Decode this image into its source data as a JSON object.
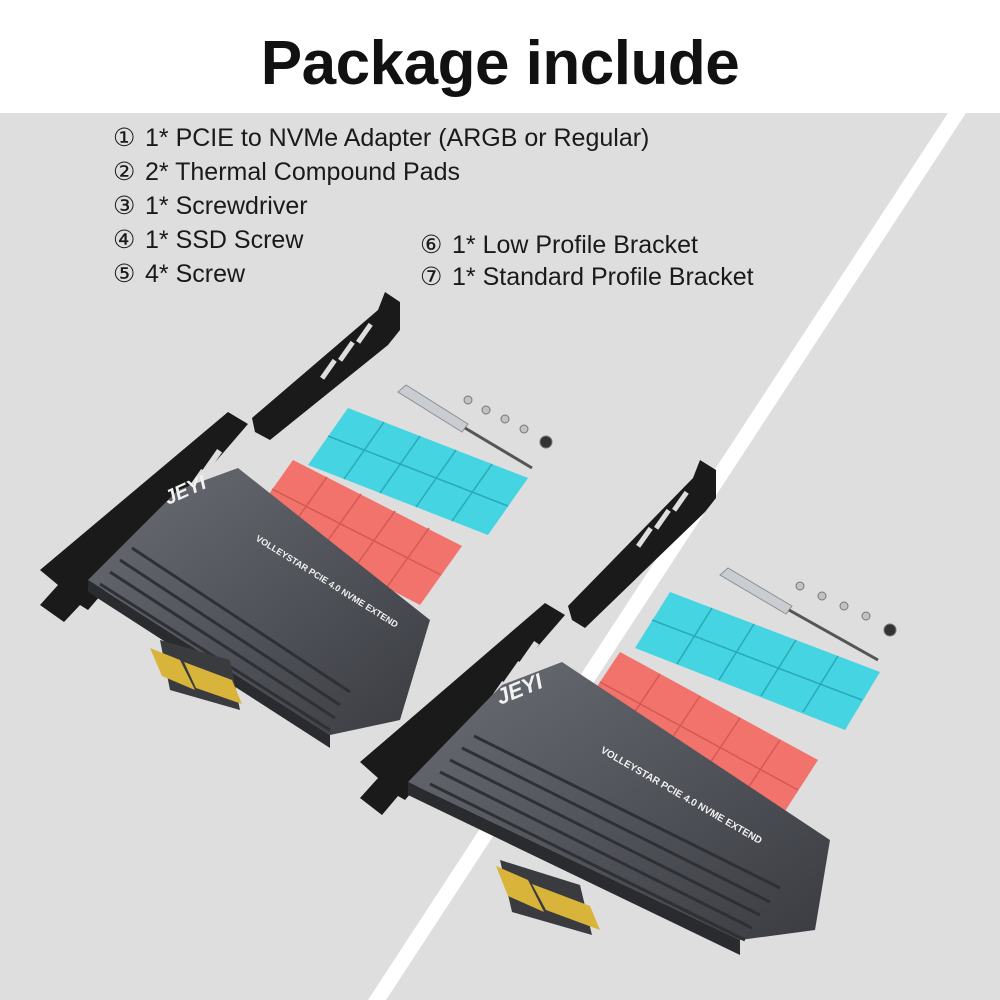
{
  "title": "Package include",
  "items": [
    {
      "num": "①",
      "text": "1*  PCIE to NVMe Adapter (ARGB or Regular)"
    },
    {
      "num": "②",
      "text": "2* Thermal Compound Pads"
    },
    {
      "num": "③",
      "text": "1* Screwdriver"
    },
    {
      "num": "④",
      "text": "1* SSD Screw"
    },
    {
      "num": "⑤",
      "text": "4* Screw"
    },
    {
      "num": "⑥",
      "text": "1*  Low Profile Bracket"
    },
    {
      "num": "⑦",
      "text": "1* Standard Profile Bracket"
    }
  ],
  "product": {
    "brand": "JEYI",
    "model_text": "VOLLEYSTAR PCIE 4.0 NVME EXTEND"
  },
  "colors": {
    "background": "#dedede",
    "heatsink": "#4a4c52",
    "pad_blue": "#44d4e2",
    "pad_red": "#f2736c",
    "bracket": "#1a1a1a",
    "gold_contacts": "#d8b43a"
  }
}
